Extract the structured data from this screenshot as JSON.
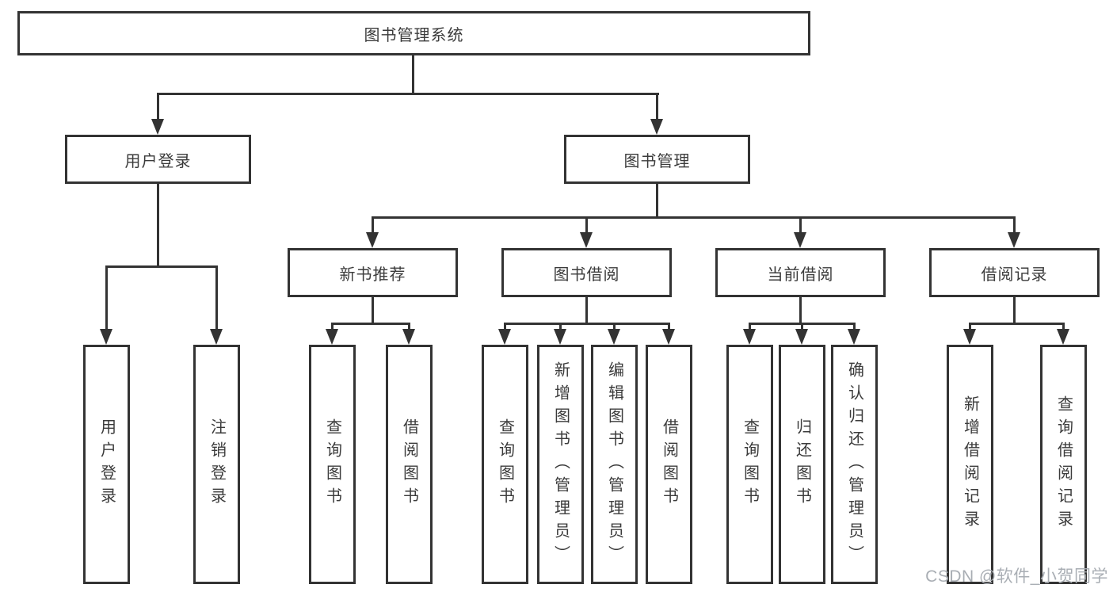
{
  "diagram": {
    "type": "hierarchy",
    "root": {
      "label": "图书管理系统",
      "children": [
        {
          "label": "用户登录",
          "children": [
            {
              "label": "用户登录"
            },
            {
              "label": "注销登录"
            }
          ]
        },
        {
          "label": "图书管理",
          "children": [
            {
              "label": "新书推荐",
              "children": [
                {
                  "label": "查询图书"
                },
                {
                  "label": "借阅图书"
                }
              ]
            },
            {
              "label": "图书借阅",
              "children": [
                {
                  "label": "查询图书"
                },
                {
                  "label": "新增图书（管理员）"
                },
                {
                  "label": "编辑图书（管理员）"
                },
                {
                  "label": "借阅图书"
                }
              ]
            },
            {
              "label": "当前借阅",
              "children": [
                {
                  "label": "查询图书"
                },
                {
                  "label": "归还图书"
                },
                {
                  "label": "确认归还（管理员）"
                }
              ]
            },
            {
              "label": "借阅记录",
              "children": [
                {
                  "label": "新增借阅记录"
                },
                {
                  "label": "查询借阅记录"
                }
              ]
            }
          ]
        }
      ]
    }
  },
  "watermark": {
    "text": "CSDN @软件_小贺同学"
  },
  "colors": {
    "line": "#333333",
    "text": "#3b3b3b",
    "background": "#ffffff",
    "watermark": "#a9aeb4"
  }
}
